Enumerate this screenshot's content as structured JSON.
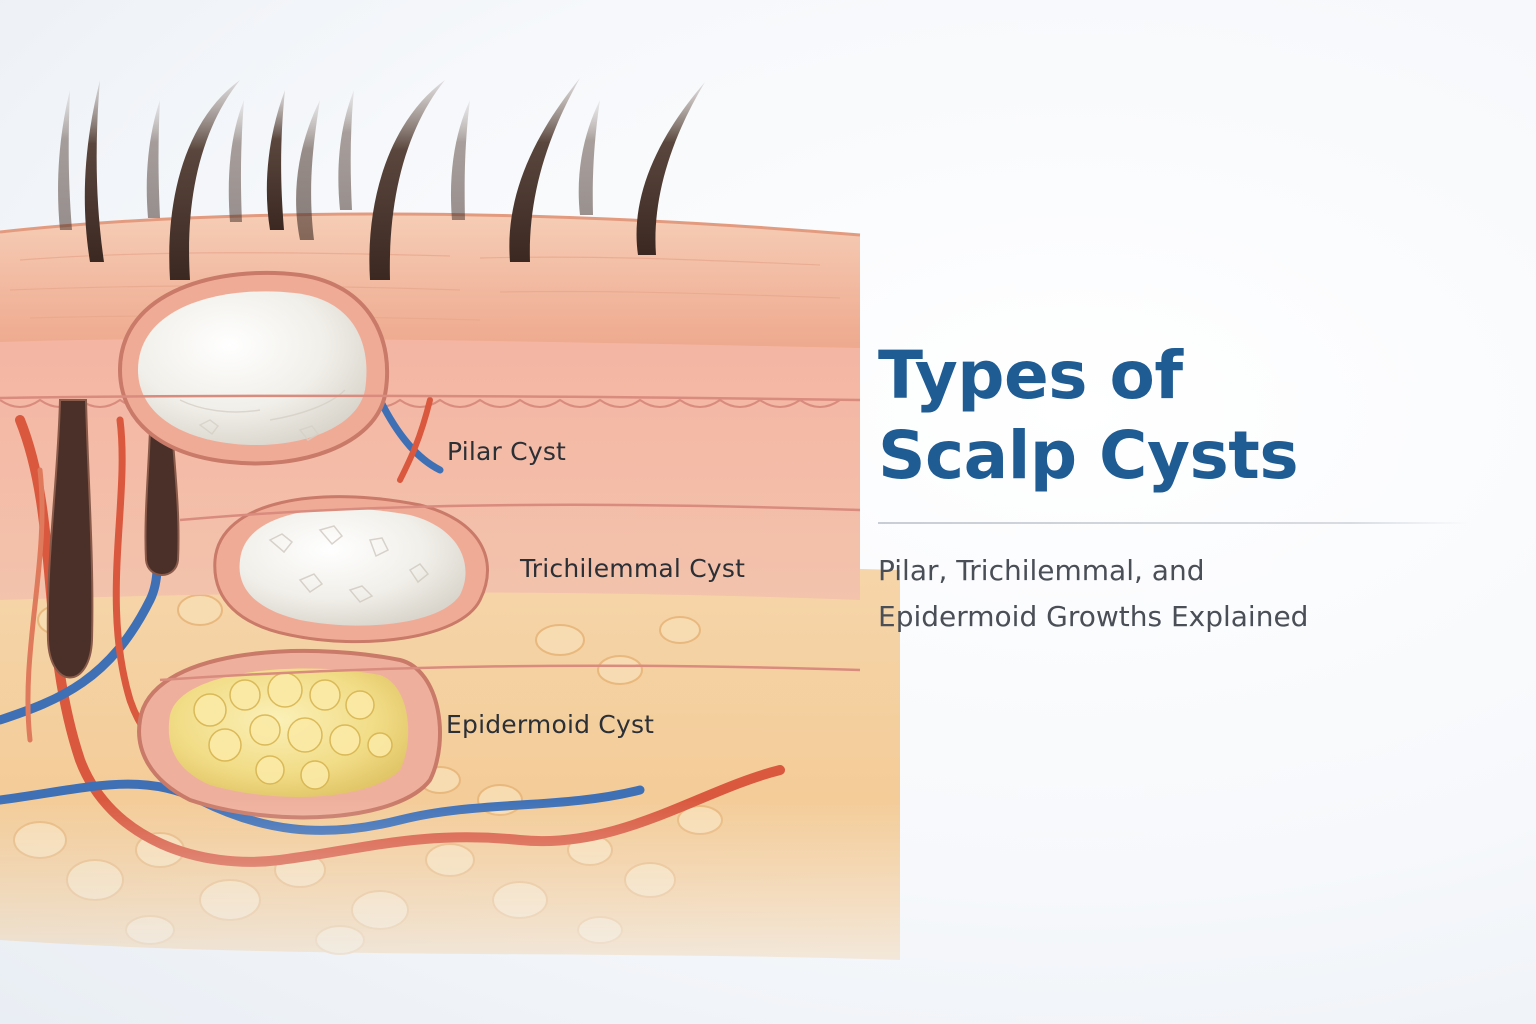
{
  "diagram": {
    "labels": {
      "pilar": "Pilar Cyst",
      "trichilemmal": "Trichilemmal Cyst",
      "epidermoid": "Epidermoid Cyst"
    }
  },
  "title": {
    "line1": "Types of",
    "line2": "Scalp Cysts"
  },
  "subtitle": {
    "line1": "Pilar, Trichilemmal, and",
    "line2": "Epidermoid Growths Explained"
  },
  "colors": {
    "title": "#1f5c93",
    "skin": "#f1b79d",
    "dermis": "#f0a596",
    "fat": "#f2c98c",
    "cyst_keratin": "#f3f0ea",
    "cyst_sebum": "#f2dd8a",
    "artery": "#d9583e",
    "vein": "#3f70b6",
    "hair": "#3f2a22"
  }
}
